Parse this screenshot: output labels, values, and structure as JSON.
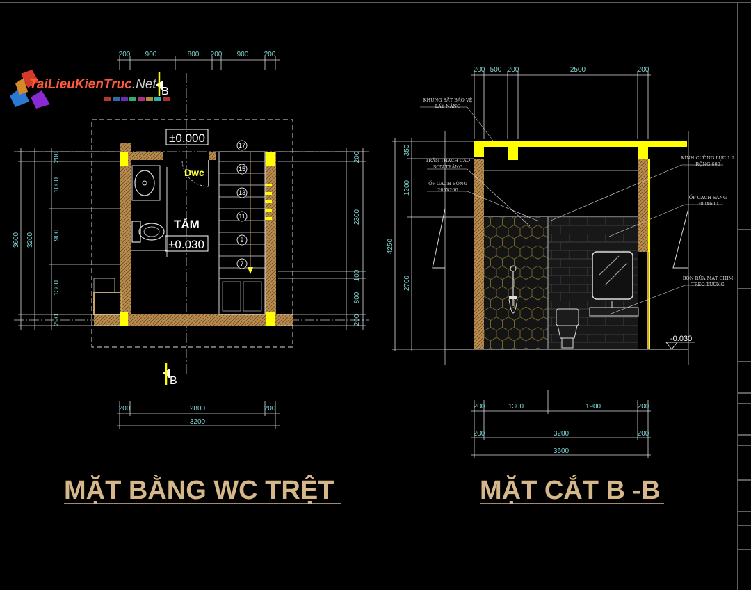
{
  "watermark": {
    "brand": "TaiLieuKienTruc",
    "tld": ".Net"
  },
  "plan": {
    "title": "MẶT BẰNG WC TRỆT",
    "section_mark_top": "B",
    "section_mark_bottom": "B",
    "level_top": "±0.000",
    "level_room": "±0.030",
    "room_name": "TẮM",
    "dwc_label": "Dwc",
    "stair_steps": [
      "17",
      "15",
      "13",
      "11",
      "9",
      "7"
    ],
    "dims_top": [
      "200",
      "900",
      "800",
      "200",
      "900",
      "200"
    ],
    "dims_left_outer": "3600",
    "dims_left_mid": "3200",
    "dims_left_inner": [
      "200",
      "1000",
      "900",
      "1300",
      "200"
    ],
    "dims_right_outer": "2300",
    "dims_right_inner": [
      "200",
      "100",
      "800",
      "200"
    ],
    "dims_bottom_row1": [
      "200",
      "2800",
      "200"
    ],
    "dims_bottom_row2": "3200"
  },
  "section": {
    "title": "MẶT CẮT B -B",
    "dims_top": [
      "200",
      "500",
      "200",
      "2500",
      "200"
    ],
    "dims_left_outer": "4250",
    "dims_left_inner": [
      "350",
      "1200",
      "2700"
    ],
    "dims_bottom_row1": [
      "200",
      "1300",
      "1900",
      "200"
    ],
    "dims_bottom_row2": [
      "200",
      "3200",
      "200"
    ],
    "dims_bottom_row3": "3600",
    "level_floor": "-0.030",
    "annotations": {
      "khung_line1": "KHUNG SẮT BẢO VỆ",
      "khung_line2": "LẤY NẮNG",
      "tran_line1": "TRẦN THẠCH CAO",
      "tran_line2": "SƠN TRẮNG",
      "opbong_line1": "ỐP GẠCH BÔNG",
      "opbong_line2": "200X200",
      "kinh_line1": "KÍNH CƯỜNG LỰC 1.2",
      "kinh_line2": "RỘNG 600",
      "opsang_line1": "ỐP GẠCH SÁNG",
      "opsang_line2": "300X600",
      "bon_line1": "BỒN RỬA MẶT CHÌM",
      "bon_line2": "TREO TƯỜNG"
    }
  },
  "colors": {
    "background": "#000000",
    "wall_fill": "#c8a060",
    "column_highlight": "#ffff00",
    "dimension_text": "#7fd4d4",
    "title_text": "#d6b78a",
    "line": "#e6e6e6"
  }
}
